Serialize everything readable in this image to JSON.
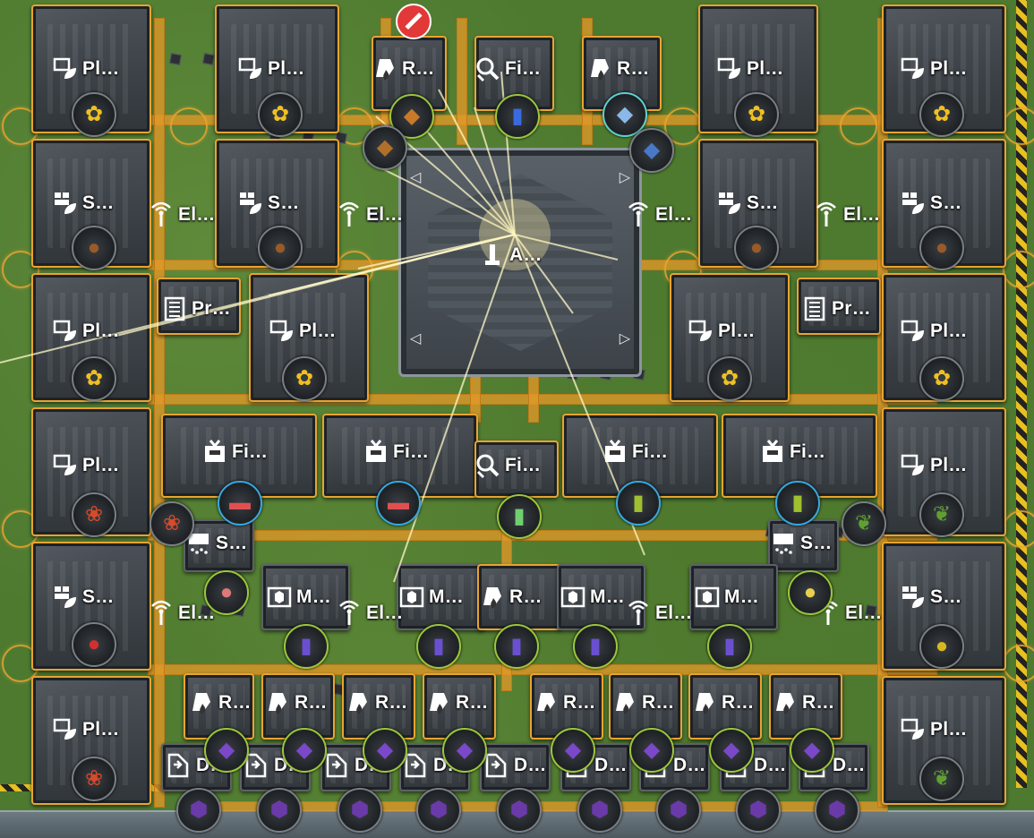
{
  "map": {
    "buildings": [
      {
        "type": "planting",
        "label": "Pl…",
        "item": "yellow-flower",
        "glyph": "✿",
        "color": "#f0c020"
      },
      {
        "type": "planting",
        "label": "Pl…",
        "item": "yellow-flower",
        "glyph": "✿",
        "color": "#f0c020"
      },
      {
        "type": "refining",
        "label": "R…",
        "item": "amber-crystal",
        "glyph": "◆",
        "color": "#c87a28"
      },
      {
        "type": "filling",
        "label": "Fi…",
        "item": "blue-bottle",
        "glyph": "▮",
        "color": "#3a6ae0"
      },
      {
        "type": "refining",
        "label": "R…",
        "item": "blue-crystal",
        "glyph": "◆",
        "color": "#8ab8e8"
      },
      {
        "type": "planting",
        "label": "Pl…",
        "item": "yellow-flower",
        "glyph": "✿",
        "color": "#f0c020"
      },
      {
        "type": "planting",
        "label": "Pl…",
        "item": "yellow-flower",
        "glyph": "✿",
        "color": "#f0c020"
      },
      {
        "type": "seed-picking",
        "label": "S…",
        "item": "seed-pouch",
        "glyph": "●",
        "color": "#9a5a28"
      },
      {
        "type": "electric-pylon",
        "label": "El…"
      },
      {
        "type": "seed-picking",
        "label": "S…",
        "item": "seed-pouch",
        "glyph": "●",
        "color": "#9a5a28"
      },
      {
        "type": "electric-pylon",
        "label": "El…"
      },
      {
        "type": "core",
        "label": "A…"
      },
      {
        "type": "electric-pylon",
        "label": "El…"
      },
      {
        "type": "seed-picking",
        "label": "S…",
        "item": "seed-pouch",
        "glyph": "●",
        "color": "#9a5a28"
      },
      {
        "type": "electric-pylon",
        "label": "El…"
      },
      {
        "type": "seed-picking",
        "label": "S…",
        "item": "seed-pouch",
        "glyph": "●",
        "color": "#9a5a28"
      },
      {
        "type": "planting",
        "label": "Pl…",
        "item": "yellow-flower",
        "glyph": "✿",
        "color": "#f0c020"
      },
      {
        "type": "protocol-stash",
        "label": "Pr…"
      },
      {
        "type": "planting",
        "label": "Pl…",
        "item": "yellow-flower",
        "glyph": "✿",
        "color": "#f0c020"
      },
      {
        "type": "planting",
        "label": "Pl…",
        "item": "yellow-flower",
        "glyph": "✿",
        "color": "#f0c020"
      },
      {
        "type": "protocol-stash",
        "label": "Pr…"
      },
      {
        "type": "planting",
        "label": "Pl…",
        "item": "yellow-flower",
        "glyph": "✿",
        "color": "#f0c020"
      },
      {
        "type": "planting",
        "label": "Pl…",
        "item": "red-berry-bush",
        "glyph": "❀",
        "color": "#d84a2a"
      },
      {
        "type": "fitting",
        "label": "Fi…",
        "item": "red-capsule",
        "glyph": "▬",
        "color": "#e05050"
      },
      {
        "type": "fitting",
        "label": "Fi…",
        "item": "red-capsule",
        "glyph": "▬",
        "color": "#e05050"
      },
      {
        "type": "filling",
        "label": "Fi…",
        "item": "green-bottle",
        "glyph": "▮",
        "color": "#70d070"
      },
      {
        "type": "fitting",
        "label": "Fi…",
        "item": "green-can",
        "glyph": "▮",
        "color": "#a0c030"
      },
      {
        "type": "fitting",
        "label": "Fi…",
        "item": "green-can",
        "glyph": "▮",
        "color": "#a0c030"
      },
      {
        "type": "planting",
        "label": "Pl…",
        "item": "green-herb",
        "glyph": "❦",
        "color": "#5fa030"
      },
      {
        "type": "shredding",
        "label": "S…",
        "item": "pink-powder",
        "glyph": "●",
        "color": "#e07878"
      },
      {
        "type": "shredding",
        "label": "S…",
        "item": "yellow-powder",
        "glyph": "●",
        "color": "#e8d050"
      },
      {
        "type": "seed-picking",
        "label": "S…",
        "item": "red-seed",
        "glyph": "●",
        "color": "#d03030"
      },
      {
        "type": "electric-pylon",
        "label": "El…"
      },
      {
        "type": "moulding",
        "label": "M…",
        "item": "purple-bottle",
        "glyph": "▮",
        "color": "#6a50d0"
      },
      {
        "type": "electric-pylon",
        "label": "El…"
      },
      {
        "type": "moulding",
        "label": "M…",
        "item": "purple-bottle",
        "glyph": "▮",
        "color": "#6a50d0"
      },
      {
        "type": "refining",
        "label": "R…",
        "item": "purple-bottle",
        "glyph": "▮",
        "color": "#6a50d0"
      },
      {
        "type": "moulding",
        "label": "M…",
        "item": "purple-bottle",
        "glyph": "▮",
        "color": "#6a50d0"
      },
      {
        "type": "electric-pylon",
        "label": "El…"
      },
      {
        "type": "moulding",
        "label": "M…",
        "item": "purple-bottle",
        "glyph": "▮",
        "color": "#6a50d0"
      },
      {
        "type": "electric-pylon",
        "label": "El…"
      },
      {
        "type": "seed-picking",
        "label": "S…",
        "item": "golden-seed",
        "glyph": "●",
        "color": "#d8b820"
      },
      {
        "type": "planting",
        "label": "Pl…",
        "item": "red-berry-bush",
        "glyph": "❀",
        "color": "#d84a2a"
      },
      {
        "type": "refining",
        "label": "R…",
        "item": "purple-crystal",
        "glyph": "◆",
        "color": "#7a48c8"
      },
      {
        "type": "refining",
        "label": "R…",
        "item": "purple-crystal",
        "glyph": "◆",
        "color": "#7a48c8"
      },
      {
        "type": "refining",
        "label": "R…",
        "item": "purple-crystal",
        "glyph": "◆",
        "color": "#7a48c8"
      },
      {
        "type": "refining",
        "label": "R…",
        "item": "purple-crystal",
        "glyph": "◆",
        "color": "#7a48c8"
      },
      {
        "type": "refining",
        "label": "R…",
        "item": "purple-crystal",
        "glyph": "◆",
        "color": "#7a48c8"
      },
      {
        "type": "refining",
        "label": "R…",
        "item": "purple-crystal",
        "glyph": "◆",
        "color": "#7a48c8"
      },
      {
        "type": "refining",
        "label": "R…",
        "item": "purple-crystal",
        "glyph": "◆",
        "color": "#7a48c8"
      },
      {
        "type": "refining",
        "label": "R…",
        "item": "purple-crystal",
        "glyph": "◆",
        "color": "#7a48c8"
      },
      {
        "type": "planting",
        "label": "Pl…",
        "item": "green-herb",
        "glyph": "❦",
        "color": "#5fa030"
      },
      {
        "type": "depot-unloader",
        "label": "D…",
        "item": "purple-ore",
        "glyph": "⬢",
        "color": "#6a3aa8"
      },
      {
        "type": "depot-unloader",
        "label": "D…",
        "item": "purple-ore",
        "glyph": "⬢",
        "color": "#6a3aa8"
      },
      {
        "type": "depot-unloader",
        "label": "D…",
        "item": "purple-ore",
        "glyph": "⬢",
        "color": "#6a3aa8"
      },
      {
        "type": "depot-unloader",
        "label": "D…",
        "item": "purple-ore",
        "glyph": "⬢",
        "color": "#6a3aa8"
      },
      {
        "type": "depot-unloader",
        "label": "D…",
        "item": "purple-ore",
        "glyph": "⬢",
        "color": "#6a3aa8"
      },
      {
        "type": "depot-unloader",
        "label": "D…",
        "item": "purple-ore",
        "glyph": "⬢",
        "color": "#6a3aa8"
      },
      {
        "type": "depot-unloader",
        "label": "D…",
        "item": "purple-ore",
        "glyph": "⬢",
        "color": "#6a3aa8"
      },
      {
        "type": "depot-unloader",
        "label": "D…",
        "item": "purple-ore",
        "glyph": "⬢",
        "color": "#6a3aa8"
      },
      {
        "type": "depot-unloader",
        "label": "D…",
        "item": "purple-ore",
        "glyph": "⬢",
        "color": "#6a3aa8"
      }
    ],
    "extra_items": [
      {
        "item": "amber-crystal",
        "glyph": "◆",
        "color": "#b0702a"
      },
      {
        "item": "blue-crystal",
        "glyph": "◆",
        "color": "#4a78c8"
      },
      {
        "item": "red-berry-bush",
        "glyph": "❀",
        "color": "#d84a2a"
      },
      {
        "item": "green-herb",
        "glyph": "❦",
        "color": "#5fa030"
      }
    ],
    "colors": {
      "belt": "#e2982a",
      "grass": "#4e7a30",
      "accent": "#e8a430"
    },
    "status_icon": "forbidden-icon"
  }
}
